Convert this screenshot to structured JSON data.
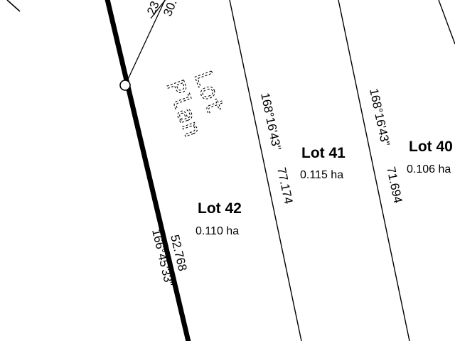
{
  "plan_title": "Lot Plan",
  "plan_title_lines": [
    "Lot",
    "Plan"
  ],
  "lots": [
    {
      "name": "Lot 42",
      "area": "0.110 ha"
    },
    {
      "name": "Lot 41",
      "area": "0.115 ha"
    },
    {
      "name": "Lot 40",
      "area": "0.106 ha"
    }
  ],
  "boundary_labels": {
    "road_bearing": "166°45'33\"",
    "road_distance": "52.768",
    "line_42_41_bearing": "168°16'43\"",
    "line_42_41_distance": "77.174",
    "line_41_40_bearing": "168°16'43\"",
    "line_41_40_distance": "71.694",
    "corner_top_left": "23",
    "corner_top_right": "30."
  },
  "colors": {
    "line": "#000000",
    "background": "#ffffff"
  }
}
